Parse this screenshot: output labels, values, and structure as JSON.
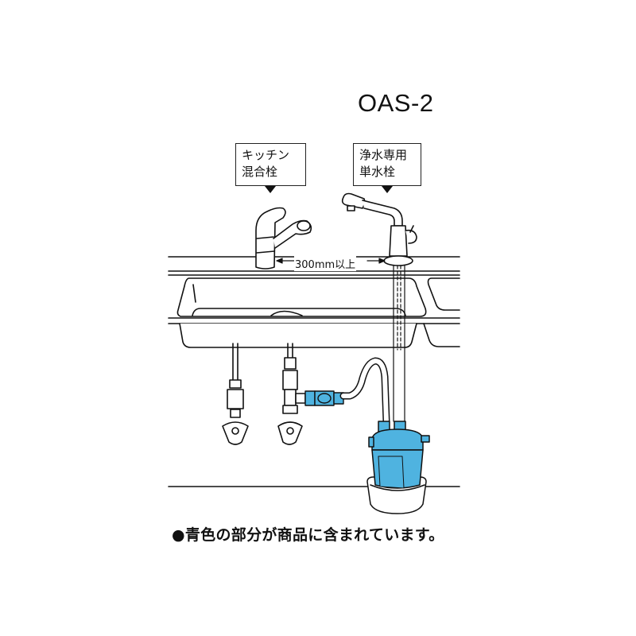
{
  "model": "OAS-2",
  "callouts": {
    "kitchen_faucet": {
      "line1": "キッチン",
      "line2": "混合栓"
    },
    "purified_faucet": {
      "line1": "浄水専用",
      "line2": "単水栓"
    }
  },
  "dimension": {
    "label": "300mm以上"
  },
  "note": "●青色の部分が商品に含まれています。",
  "colors": {
    "product_blue": "#4fb3e0",
    "product_blue_dark": "#2a8dbf",
    "line": "#111111"
  }
}
